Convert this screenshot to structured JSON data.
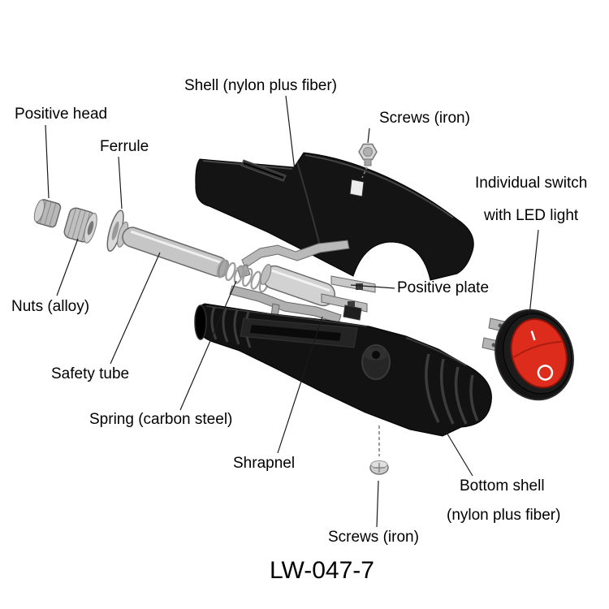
{
  "model": "LW-047-7",
  "labels": {
    "shell": "Shell (nylon plus fiber)",
    "positive_head": "Positive head",
    "ferrule": "Ferrule",
    "screws_top": "Screws (iron)",
    "individual_switch_line1": "Individual switch",
    "individual_switch_line2": "with LED light",
    "nuts": "Nuts (alloy)",
    "positive_plate": "Positive plate",
    "safety_tube": "Safety tube",
    "spring": "Spring (carbon steel)",
    "shrapnel": "Shrapnel",
    "bottom_shell_line1": "Bottom shell",
    "bottom_shell_line2": "(nylon plus fiber)",
    "screws_bottom": "Screws (iron)"
  },
  "colors": {
    "background": "#ffffff",
    "text": "#000000",
    "shell_plastic": "#141414",
    "shell_highlight": "#3f3f3f",
    "metal": "#c6c6c6",
    "switch_red": "#dd2b1c",
    "leader_line": "#1a1a1a"
  }
}
